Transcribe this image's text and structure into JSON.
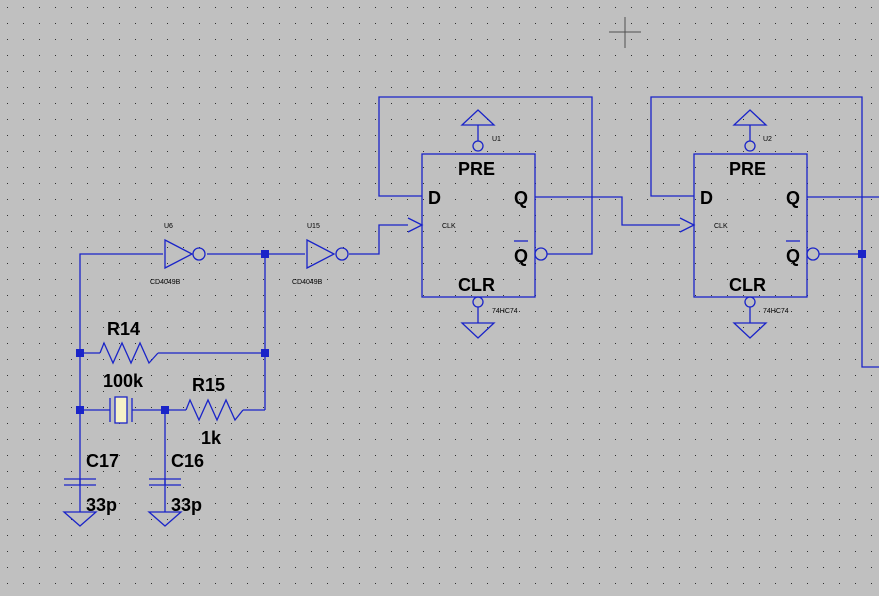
{
  "components": {
    "u6": {
      "ref": "U6",
      "part": "CD4049B"
    },
    "u15": {
      "ref": "U15",
      "part": "CD4049B"
    },
    "u1": {
      "ref": "U1",
      "part": "74HC74",
      "pre": "PRE",
      "clr": "CLR",
      "d": "D",
      "q": "Q",
      "qbar": "Q",
      "clk": "CLK"
    },
    "u2": {
      "ref": "U2",
      "part": "74HC74",
      "pre": "PRE",
      "clr": "CLR",
      "d": "D",
      "q": "Q",
      "qbar": "Q",
      "clk": "CLK"
    },
    "r14": {
      "ref": "R14",
      "value": "100k"
    },
    "r15": {
      "ref": "R15",
      "value": "1k"
    },
    "c17": {
      "ref": "C17",
      "value": "33p"
    },
    "c16": {
      "ref": "C16",
      "value": "33p"
    }
  },
  "colors": {
    "background": "#c0c0c0",
    "wire": "#1a24c8",
    "grid_dot": "#303030",
    "crystal_fill": "#f5f0c8"
  }
}
